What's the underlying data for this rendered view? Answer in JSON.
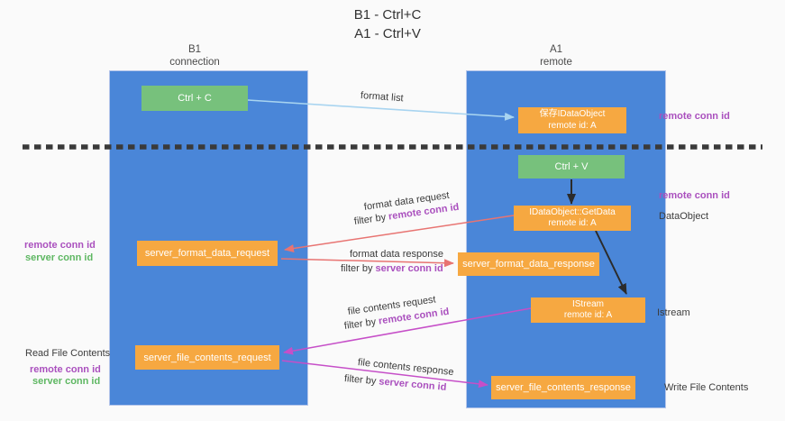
{
  "title": {
    "line1": "B1 - Ctrl+C",
    "line2": "A1 - Ctrl+V"
  },
  "lanes": {
    "left": {
      "name": "B1",
      "role": "connection"
    },
    "right": {
      "name": "A1",
      "role": "remote"
    }
  },
  "nodes": {
    "ctrl_c": {
      "label": "Ctrl + C"
    },
    "save_dataobject": {
      "line1": "保存IDataObject",
      "line2": "remote id: A"
    },
    "ctrl_v": {
      "label": "Ctrl + V"
    },
    "getdata": {
      "line1": "IDataObject::GetData",
      "line2": "remote id: A"
    },
    "format_request": {
      "label": "server_format_data_request"
    },
    "format_response": {
      "label": "server_format_data_response"
    },
    "istream": {
      "line1": "IStream",
      "line2": "remote id: A"
    },
    "file_request": {
      "label": "server_file_contents_request"
    },
    "file_response": {
      "label": "server_file_contents_response"
    }
  },
  "flow_labels": {
    "format_list": "format list",
    "format_data_request": "format data request",
    "filter_remote_1": {
      "prefix": "filter by ",
      "highlight": "remote conn id"
    },
    "format_data_response": "format data response",
    "filter_server_1": {
      "prefix": "filter by ",
      "highlight": "server conn id"
    },
    "file_contents_request": "file contents request",
    "filter_remote_2": {
      "prefix": "filter by ",
      "highlight": "remote conn id"
    },
    "file_contents_response": "file contents response",
    "filter_server_2": {
      "prefix": "filter by ",
      "highlight": "server conn id"
    }
  },
  "side_labels": {
    "remote_conn_id_top": "remote conn id",
    "remote_conn_id_mid": "remote conn id",
    "dataobject": "DataObject",
    "istream": "Istream",
    "write_file_contents": "Write File Contents",
    "format_remote_conn_id": "remote conn id",
    "format_server_conn_id": "server conn id",
    "read_file_contents": "Read File Contents",
    "file_remote_conn_id": "remote conn id",
    "file_server_conn_id": "server conn id"
  },
  "colors": {
    "lane_blue": "#4A86D8",
    "node_orange": "#F6A841",
    "node_green": "#77C17C",
    "arrow_blue": "#A8D4F0",
    "arrow_salmon": "#E87472",
    "arrow_magenta": "#C64FC8",
    "arrow_black": "#2B2B2B",
    "text_purple": "#AA50BE",
    "text_green": "#5EB762"
  }
}
